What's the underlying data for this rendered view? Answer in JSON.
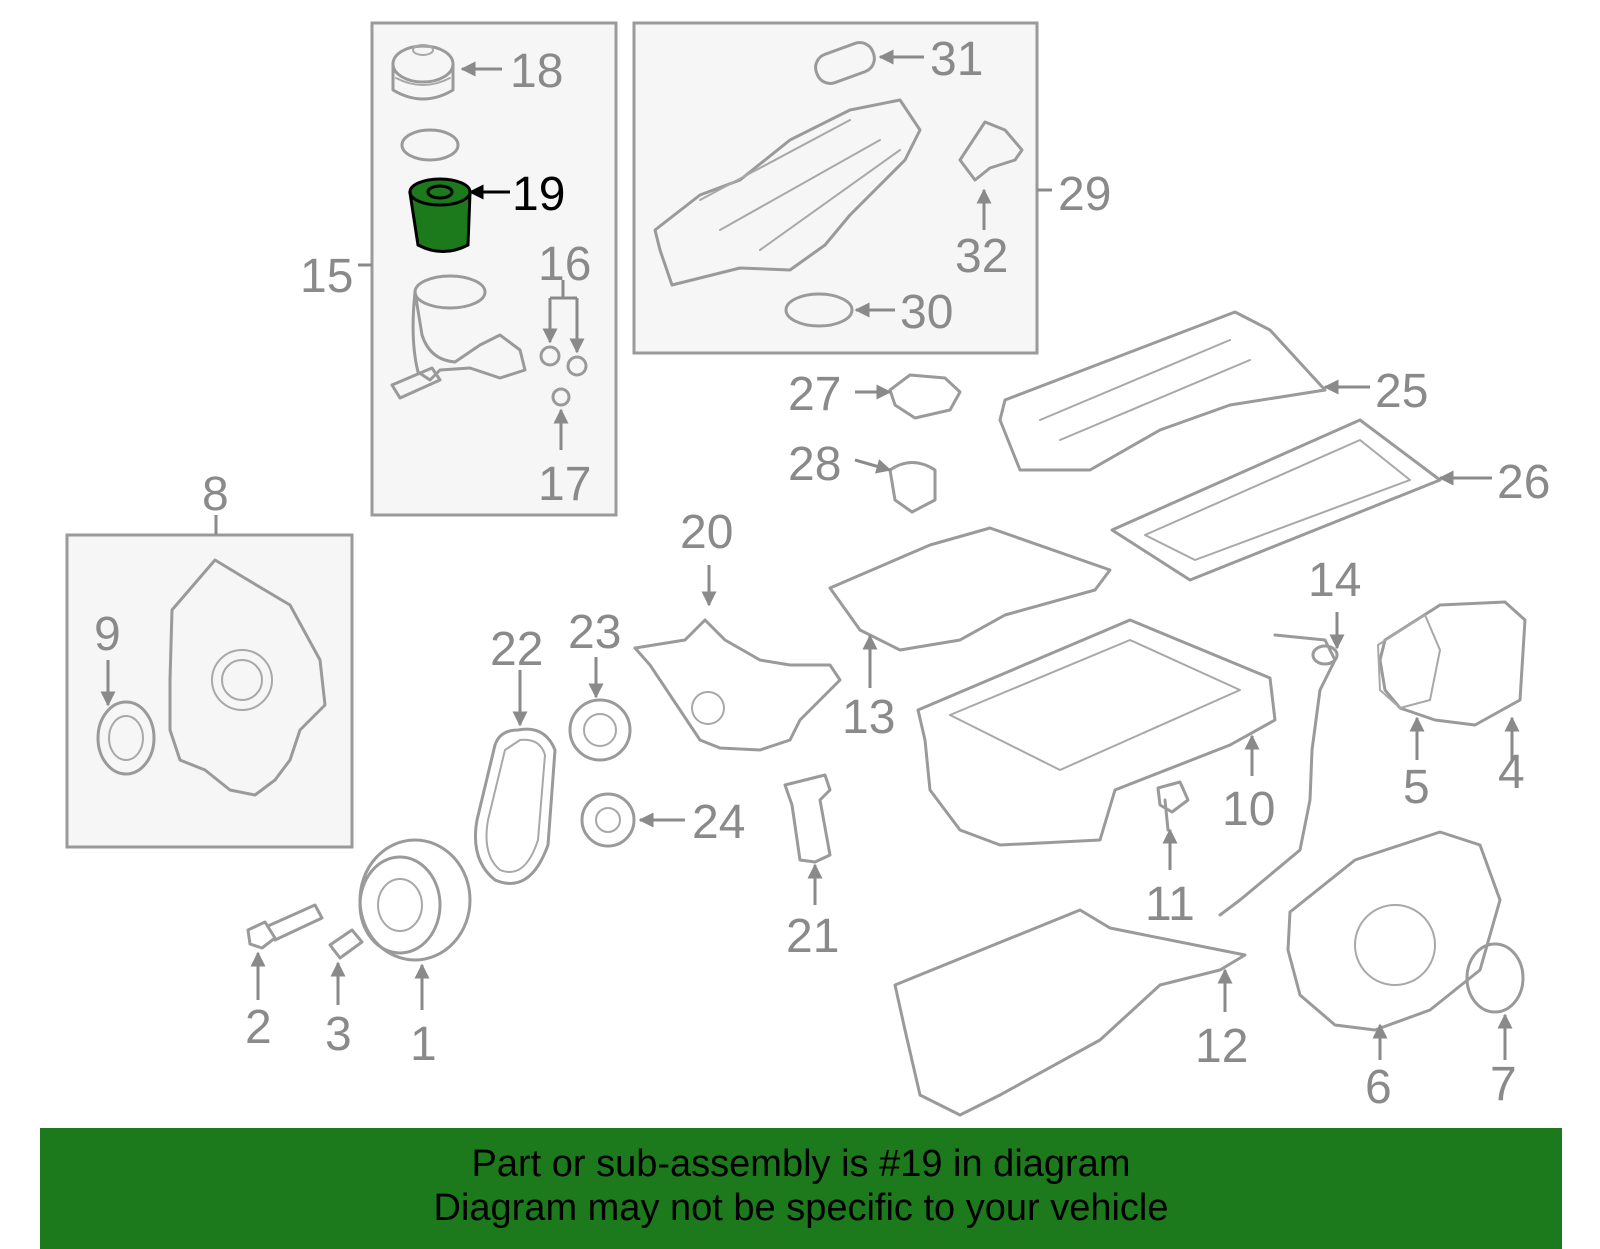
{
  "callouts": {
    "c1": "1",
    "c2": "2",
    "c3": "3",
    "c4": "4",
    "c5": "5",
    "c6": "6",
    "c7": "7",
    "c8": "8",
    "c9": "9",
    "c10": "10",
    "c11": "11",
    "c12": "12",
    "c13": "13",
    "c14": "14",
    "c15": "15",
    "c16": "16",
    "c17": "17",
    "c18": "18",
    "c19": "19",
    "c20": "20",
    "c21": "21",
    "c22": "22",
    "c23": "23",
    "c24": "24",
    "c25": "25",
    "c26": "26",
    "c27": "27",
    "c28": "28",
    "c29": "29",
    "c30": "30",
    "c31": "31",
    "c32": "32"
  },
  "highlight": {
    "part_number": "19",
    "color": "#1c7a1c"
  },
  "colors": {
    "line_art": "#9a9a9a",
    "callout_text": "#8a8a8a",
    "banner_bg": "#1c7a1c"
  },
  "banner": {
    "line1": "Part or sub-assembly is #19 in diagram",
    "line2": "Diagram may not be specific to your vehicle"
  }
}
